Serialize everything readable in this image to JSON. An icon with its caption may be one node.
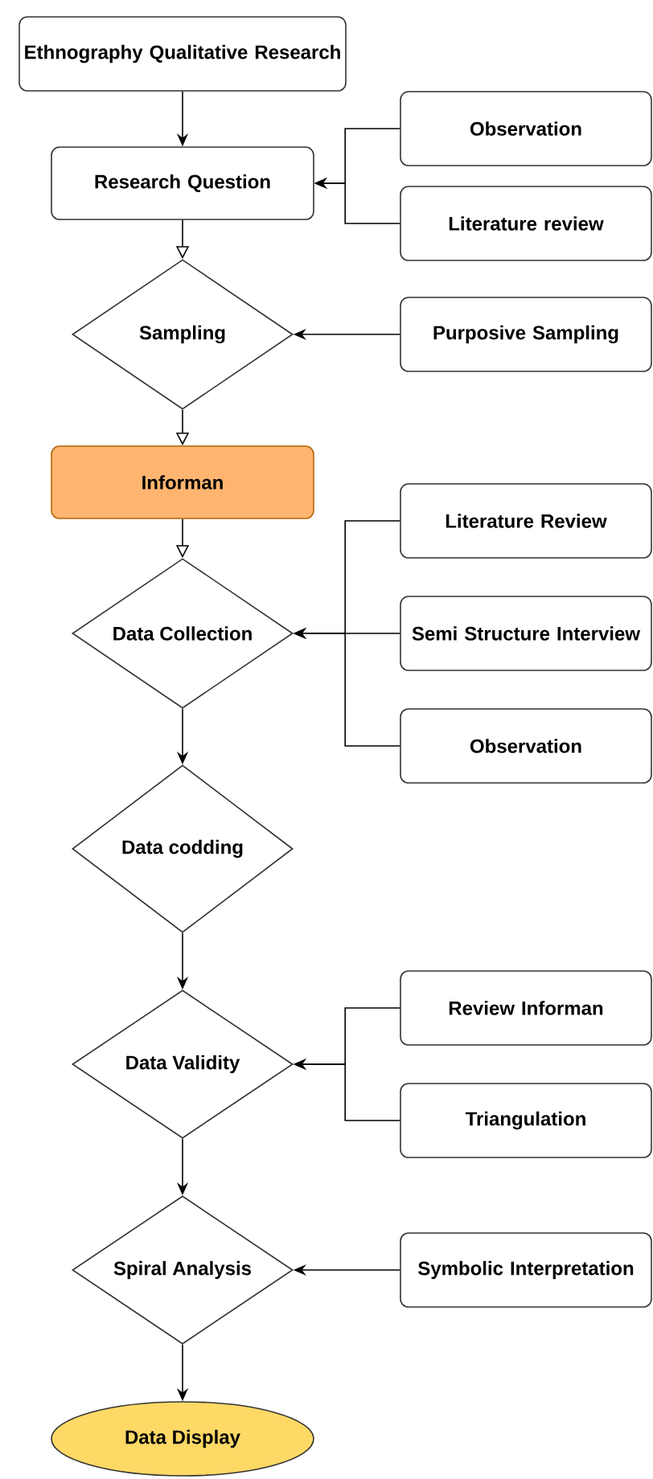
{
  "diagram": {
    "nodes": [
      {
        "text": [
          "Ethnography Qualitative Research"
        ]
      },
      {
        "text": [
          "Research Question"
        ]
      },
      {
        "text": [
          "Observation"
        ]
      },
      {
        "text": [
          "Literature review"
        ]
      },
      {
        "text": [
          "Sampling"
        ]
      },
      {
        "text": [
          "Purposive Sampling"
        ]
      },
      {
        "text": [
          "Informan"
        ]
      },
      {
        "text": [
          "Data Collection"
        ]
      },
      {
        "text": [
          "Literature Review"
        ]
      },
      {
        "text": [
          "Semi Structure Interview"
        ]
      },
      {
        "text": [
          "Observation"
        ]
      },
      {
        "text": [
          "Data codding"
        ]
      },
      {
        "text": [
          "Data Validity"
        ]
      },
      {
        "text": [
          "Review Informan"
        ]
      },
      {
        "text": [
          "Triangulation"
        ]
      },
      {
        "text": [
          "Spiral Analysis"
        ]
      },
      {
        "text": [
          "Symbolic Interpretation"
        ]
      },
      {
        "text": [
          "Data Display"
        ]
      }
    ],
    "edges": [
      {
        "from": 0,
        "to": 1,
        "arrow": "to"
      },
      {
        "from": 2,
        "to": 1,
        "arrow": "to"
      },
      {
        "from": 3,
        "to": 1,
        "arrow": "to"
      },
      {
        "from": 1,
        "to": 4,
        "arrow": "to"
      },
      {
        "from": 5,
        "to": 4,
        "arrow": "to"
      },
      {
        "from": 4,
        "to": 6,
        "arrow": "to"
      },
      {
        "from": 6,
        "to": 7,
        "arrow": "to"
      },
      {
        "from": 8,
        "to": 7,
        "arrow": "to"
      },
      {
        "from": 9,
        "to": 7,
        "arrow": "to"
      },
      {
        "from": 10,
        "to": 7,
        "arrow": "to"
      },
      {
        "from": 7,
        "to": 11,
        "arrow": "to"
      },
      {
        "from": 11,
        "to": 12,
        "arrow": "to"
      },
      {
        "from": 13,
        "to": 12,
        "arrow": "to"
      },
      {
        "from": 14,
        "to": 12,
        "arrow": "to"
      },
      {
        "from": 12,
        "to": 15,
        "arrow": "to"
      },
      {
        "from": 16,
        "to": 15,
        "arrow": "to"
      },
      {
        "from": 15,
        "to": 17,
        "arrow": "to"
      }
    ]
  }
}
